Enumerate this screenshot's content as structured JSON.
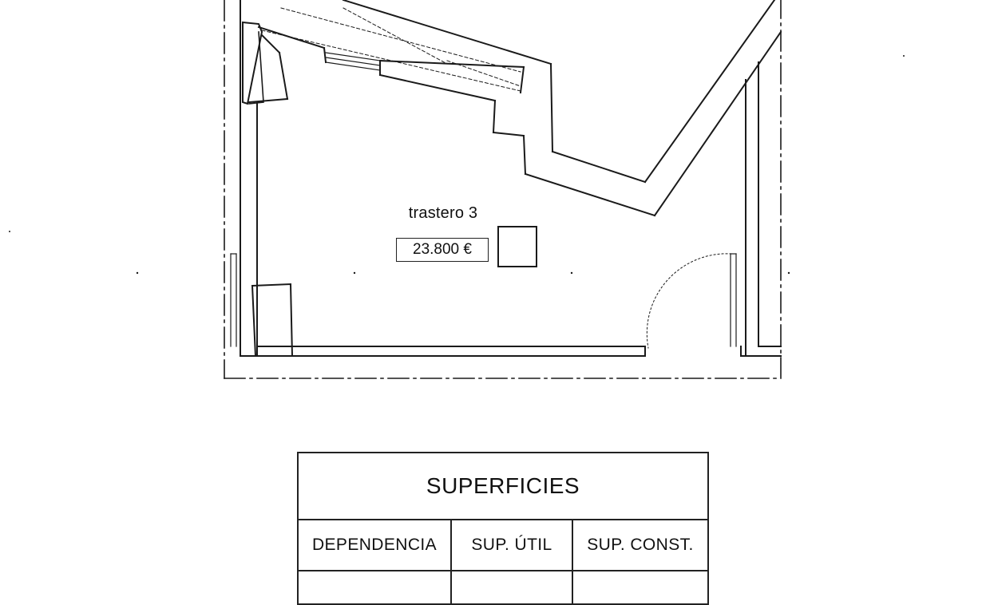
{
  "plan": {
    "room_name": "trastero 3",
    "price": "23.800 €"
  },
  "superficies": {
    "title": "SUPERFICIES",
    "headers": [
      "DEPENDENCIA",
      "SUP. ÚTIL",
      "SUP. CONST."
    ]
  }
}
